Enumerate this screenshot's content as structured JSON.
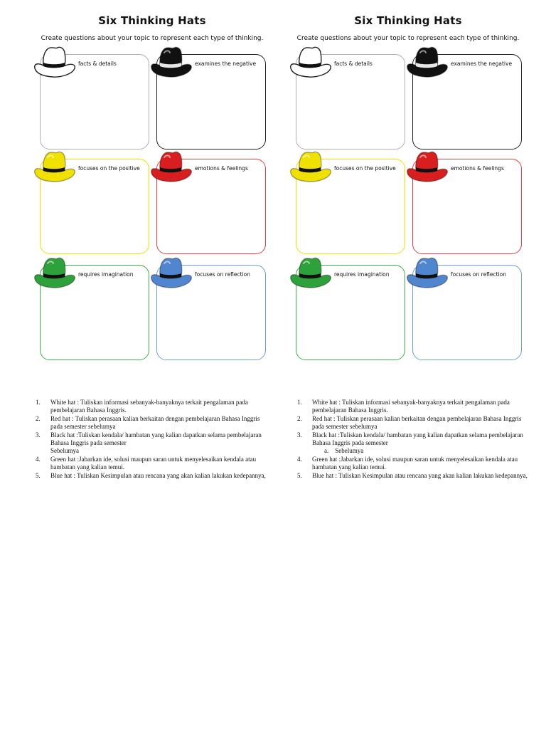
{
  "worksheets": [
    {
      "title": "Six Thinking Hats",
      "instruction": "Create questions about your topic to represent each type of thinking.",
      "hats": [
        {
          "label": "facts & details",
          "color": "#ffffff",
          "border": "#b0b0b0",
          "icon": "white-hat-icon"
        },
        {
          "label": "examines the negative",
          "color": "#111111",
          "border": "#222222",
          "icon": "black-hat-icon"
        },
        {
          "label": "focuses on the positive",
          "color": "#f1e100",
          "border": "#f0e000",
          "icon": "yellow-hat-icon"
        },
        {
          "label": "emotions & feelings",
          "color": "#d81e1e",
          "border": "#e04040",
          "icon": "red-hat-icon"
        },
        {
          "label": "requires imagination",
          "color": "#2ea23a",
          "border": "#3fb24a",
          "icon": "green-hat-icon"
        },
        {
          "label": "focuses on reflection",
          "color": "#4f86cf",
          "border": "#6f9fe0",
          "icon": "blue-hat-icon"
        }
      ]
    },
    {
      "title": "Six Thinking Hats",
      "instruction": "Create questions about your topic to represent each type of thinking.",
      "hats": [
        {
          "label": "facts & details",
          "color": "#ffffff",
          "border": "#b0b0b0",
          "icon": "white-hat-icon"
        },
        {
          "label": "examines the negative",
          "color": "#111111",
          "border": "#222222",
          "icon": "black-hat-icon"
        },
        {
          "label": "focuses on the positive",
          "color": "#f1e100",
          "border": "#f0e000",
          "icon": "yellow-hat-icon"
        },
        {
          "label": "emotions & feelings",
          "color": "#d81e1e",
          "border": "#e04040",
          "icon": "red-hat-icon"
        },
        {
          "label": "requires imagination",
          "color": "#2ea23a",
          "border": "#3fb24a",
          "icon": "green-hat-icon"
        },
        {
          "label": "focuses on reflection",
          "color": "#4f86cf",
          "border": "#6f9fe0",
          "icon": "blue-hat-icon"
        }
      ]
    }
  ],
  "notes_left": {
    "items": [
      {
        "num": "1.",
        "text": "White hat : Tuliskan informasi sebanyak-banyaknya terkait pengalaman   pada pembelajaran Bahasa Inggris."
      },
      {
        "num": "2.",
        "text": "Red hat    : Tuliskan perasaan kalian berkaitan dengan pembelajaran Bahasa Inggris pada semester sebelumya"
      },
      {
        "num": "3.",
        "text": "Black hat :Tuliskan kendala/ hambatan yang kalian dapatkan selama pembelajaran Bahasa Inggris pada semester",
        "extra": "Sebelumya"
      },
      {
        "num": "4.",
        "text": "Green hat :Jabarkan ide, solusi maupun saran untuk menyelesaikan kendala atau hambatan yang kalian temui."
      },
      {
        "num": "5.",
        "text": "Blue hat : Tuliskan Kesimpulan atau rencana yang akan kalian lakukan kedepannya,"
      }
    ]
  },
  "notes_right": {
    "items": [
      {
        "num": "1.",
        "text": "White hat : Tuliskan informasi sebanyak-banyaknya terkait pengalaman pada pembelajaran Bahasa Inggris."
      },
      {
        "num": "2.",
        "text": "Red hat    : Tuliskan perasaan kalian berkaitan dengan pembelajaran Bahasa Inggris pada semester sebelumya"
      },
      {
        "num": "3.",
        "text": "Black hat :Tuliskan kendala/ hambatan yang kalian dapatkan selama pembelajaran Bahasa Inggris pada semester",
        "sub_marker": "a.",
        "sub_text": "Sebelumya"
      },
      {
        "num": "4.",
        "text": "Green hat :Jabarkan ide, solusi maupun saran untuk menyelesaikan kendala atau hambatan yang kalian temui."
      },
      {
        "num": "5.",
        "text": "Blue hat : Tuliskan Kesimpulan atau rencana yang akan kalian lakukan kedepannya,"
      }
    ]
  }
}
